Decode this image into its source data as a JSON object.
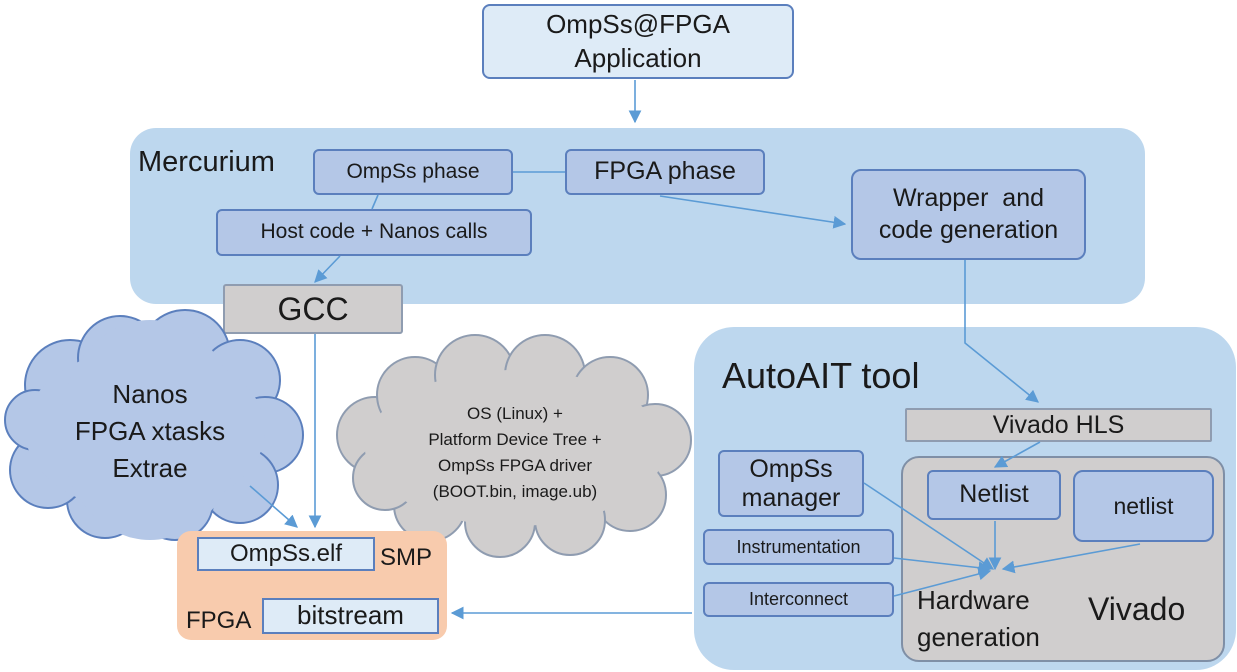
{
  "application": {
    "line1": "OmpSs@FPGA",
    "line2": "Application"
  },
  "mercurium": {
    "title": "Mercurium",
    "ompss_phase": "OmpSs phase",
    "fpga_phase": "FPGA phase",
    "host_code": "Host code + Nanos calls",
    "wrapper_line1": "Wrapper  and",
    "wrapper_line2": "code generation"
  },
  "gcc": "GCC",
  "nanos_cloud": {
    "line1": "Nanos",
    "line2": "FPGA xtasks",
    "line3": "Extrae"
  },
  "os_cloud": {
    "line1": "OS (Linux) +",
    "line2": "Platform Device Tree +",
    "line3": "OmpSs FPGA driver",
    "line4": "(BOOT.bin, image.ub)"
  },
  "output": {
    "elf": "OmpSs.elf",
    "smp": "SMP",
    "fpga": "FPGA",
    "bitstream": "bitstream"
  },
  "autoait": {
    "title": "AutoAIT tool",
    "vivado_hls": "Vivado HLS",
    "ompss_manager_line1": "OmpSs",
    "ompss_manager_line2": "manager",
    "instrumentation": "Instrumentation",
    "interconnect": "Interconnect",
    "netlist1": "Netlist",
    "netlist2": "netlist",
    "hw_gen_line1": "Hardware",
    "hw_gen_line2": "generation",
    "vivado": "Vivado"
  },
  "colors": {
    "region": "#bdd7ee",
    "box_fill": "#b4c7e7",
    "box_border": "#5b7fbd",
    "gray_fill": "#d0cece",
    "output_fill": "#f8cbad",
    "arrow": "#5b9bd5"
  }
}
